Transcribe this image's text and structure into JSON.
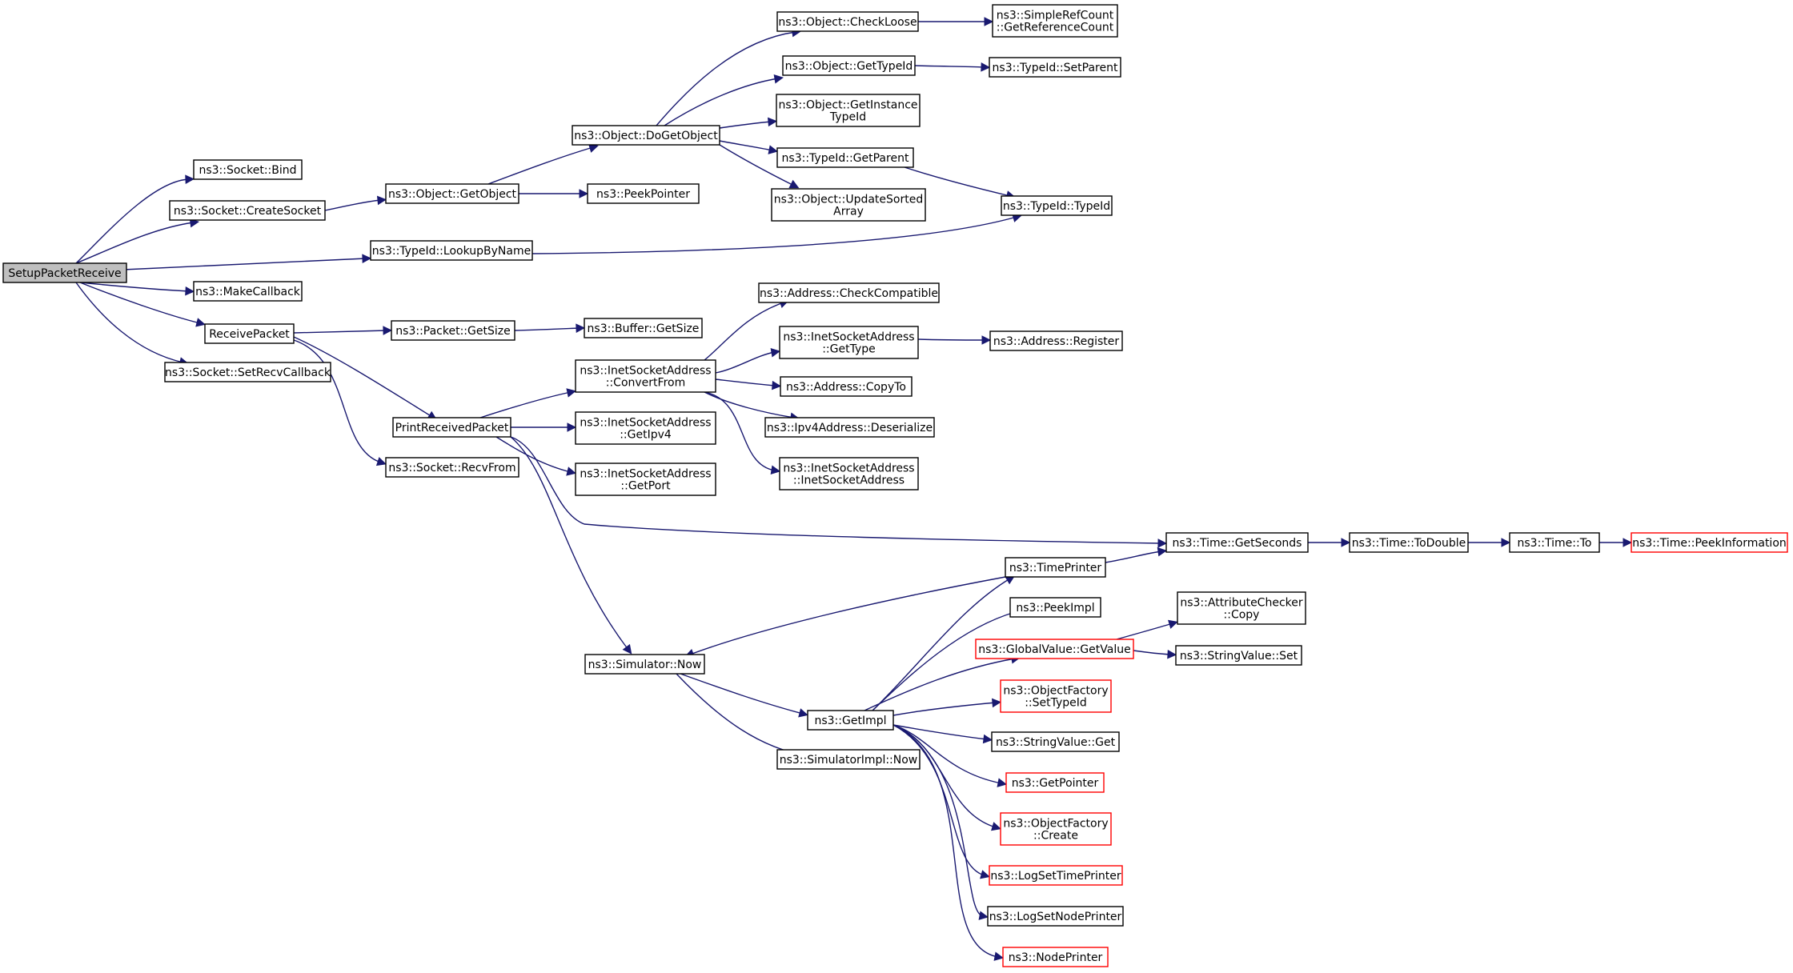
{
  "colors": {
    "edge": "#191970",
    "node_border": "#000000",
    "node_border_truncated": "#ff0000",
    "root_fill": "#bfbfbf",
    "node_fill": "#ffffff"
  },
  "nodes": {
    "setup": {
      "lines": [
        "SetupPacketReceive"
      ],
      "kind": "root"
    },
    "bind": {
      "lines": [
        "ns3::Socket::Bind"
      ]
    },
    "createSocket": {
      "lines": [
        "ns3::Socket::CreateSocket"
      ]
    },
    "lookupByName": {
      "lines": [
        "ns3::TypeId::LookupByName"
      ]
    },
    "makeCallback": {
      "lines": [
        "ns3::MakeCallback"
      ]
    },
    "receivePacket": {
      "lines": [
        "ReceivePacket"
      ]
    },
    "setRecvCallback": {
      "lines": [
        "ns3::Socket::SetRecvCallback"
      ]
    },
    "getObject": {
      "lines": [
        "ns3::Object::GetObject"
      ]
    },
    "peekPointer": {
      "lines": [
        "ns3::PeekPointer"
      ]
    },
    "doGetObject": {
      "lines": [
        "ns3::Object::DoGetObject"
      ]
    },
    "checkLoose": {
      "lines": [
        "ns3::Object::CheckLoose"
      ]
    },
    "getTypeId": {
      "lines": [
        "ns3::Object::GetTypeId"
      ]
    },
    "getInstanceTypeId": {
      "lines": [
        "ns3::Object::GetInstance",
        "TypeId"
      ]
    },
    "typeIdGetParent": {
      "lines": [
        "ns3::TypeId::GetParent"
      ]
    },
    "updateSortedArray": {
      "lines": [
        "ns3::Object::UpdateSorted",
        "Array"
      ]
    },
    "getReferenceCount": {
      "lines": [
        "ns3::SimpleRefCount",
        "::GetReferenceCount"
      ]
    },
    "setParent": {
      "lines": [
        "ns3::TypeId::SetParent"
      ]
    },
    "typeIdTypeId": {
      "lines": [
        "ns3::TypeId::TypeId"
      ]
    },
    "packetGetSize": {
      "lines": [
        "ns3::Packet::GetSize"
      ]
    },
    "bufferGetSize": {
      "lines": [
        "ns3::Buffer::GetSize"
      ]
    },
    "printReceivedPacket": {
      "lines": [
        "PrintReceivedPacket"
      ]
    },
    "recvFrom": {
      "lines": [
        "ns3::Socket::RecvFrom"
      ]
    },
    "convertFrom": {
      "lines": [
        "ns3::InetSocketAddress",
        "::ConvertFrom"
      ]
    },
    "getIpv4": {
      "lines": [
        "ns3::InetSocketAddress",
        "::GetIpv4"
      ]
    },
    "getPort": {
      "lines": [
        "ns3::InetSocketAddress",
        "::GetPort"
      ]
    },
    "checkCompatible": {
      "lines": [
        "ns3::Address::CheckCompatible"
      ]
    },
    "inetGetType": {
      "lines": [
        "ns3::InetSocketAddress",
        "::GetType"
      ]
    },
    "addressRegister": {
      "lines": [
        "ns3::Address::Register"
      ]
    },
    "copyTo": {
      "lines": [
        "ns3::Address::CopyTo"
      ]
    },
    "deserialize": {
      "lines": [
        "ns3::Ipv4Address::Deserialize"
      ]
    },
    "inetCtor": {
      "lines": [
        "ns3::InetSocketAddress",
        "::InetSocketAddress"
      ]
    },
    "getSeconds": {
      "lines": [
        "ns3::Time::GetSeconds"
      ]
    },
    "toDouble": {
      "lines": [
        "ns3::Time::ToDouble"
      ]
    },
    "timeTo": {
      "lines": [
        "ns3::Time::To"
      ]
    },
    "peekInformation": {
      "lines": [
        "ns3::Time::PeekInformation"
      ],
      "kind": "truncated"
    },
    "timePrinter": {
      "lines": [
        "ns3::TimePrinter"
      ]
    },
    "simNow": {
      "lines": [
        "ns3::Simulator::Now"
      ]
    },
    "peekImpl": {
      "lines": [
        "ns3::PeekImpl"
      ]
    },
    "globalGetValue": {
      "lines": [
        "ns3::GlobalValue::GetValue"
      ],
      "kind": "truncated"
    },
    "attrCheckerCopy": {
      "lines": [
        "ns3::AttributeChecker",
        "::Copy"
      ]
    },
    "stringValueSet": {
      "lines": [
        "ns3::StringValue::Set"
      ]
    },
    "getImpl": {
      "lines": [
        "ns3::GetImpl"
      ]
    },
    "setTypeId": {
      "lines": [
        "ns3::ObjectFactory",
        "::SetTypeId"
      ],
      "kind": "truncated"
    },
    "simImplNow": {
      "lines": [
        "ns3::SimulatorImpl::Now"
      ]
    },
    "stringValueGet": {
      "lines": [
        "ns3::StringValue::Get"
      ]
    },
    "getPointer": {
      "lines": [
        "ns3::GetPointer"
      ],
      "kind": "truncated"
    },
    "factoryCreate": {
      "lines": [
        "ns3::ObjectFactory",
        "::Create"
      ],
      "kind": "truncated"
    },
    "logSetTimePrinter": {
      "lines": [
        "ns3::LogSetTimePrinter"
      ],
      "kind": "truncated"
    },
    "logSetNodePrinter": {
      "lines": [
        "ns3::LogSetNodePrinter"
      ]
    },
    "nodePrinter": {
      "lines": [
        "ns3::NodePrinter"
      ],
      "kind": "truncated"
    }
  },
  "edges": [
    [
      "setup",
      "bind"
    ],
    [
      "setup",
      "createSocket"
    ],
    [
      "setup",
      "lookupByName"
    ],
    [
      "setup",
      "makeCallback"
    ],
    [
      "setup",
      "receivePacket"
    ],
    [
      "setup",
      "setRecvCallback"
    ],
    [
      "createSocket",
      "getObject"
    ],
    [
      "getObject",
      "peekPointer"
    ],
    [
      "getObject",
      "doGetObject"
    ],
    [
      "doGetObject",
      "checkLoose"
    ],
    [
      "doGetObject",
      "getTypeId"
    ],
    [
      "doGetObject",
      "getInstanceTypeId"
    ],
    [
      "doGetObject",
      "typeIdGetParent"
    ],
    [
      "doGetObject",
      "updateSortedArray"
    ],
    [
      "checkLoose",
      "getReferenceCount"
    ],
    [
      "getTypeId",
      "setParent"
    ],
    [
      "typeIdGetParent",
      "typeIdTypeId"
    ],
    [
      "lookupByName",
      "typeIdTypeId"
    ],
    [
      "receivePacket",
      "packetGetSize"
    ],
    [
      "packetGetSize",
      "bufferGetSize"
    ],
    [
      "receivePacket",
      "printReceivedPacket"
    ],
    [
      "receivePacket",
      "recvFrom"
    ],
    [
      "printReceivedPacket",
      "convertFrom"
    ],
    [
      "printReceivedPacket",
      "getIpv4"
    ],
    [
      "printReceivedPacket",
      "getPort"
    ],
    [
      "printReceivedPacket",
      "getSeconds"
    ],
    [
      "printReceivedPacket",
      "simNow"
    ],
    [
      "convertFrom",
      "checkCompatible"
    ],
    [
      "convertFrom",
      "inetGetType"
    ],
    [
      "convertFrom",
      "copyTo"
    ],
    [
      "convertFrom",
      "deserialize"
    ],
    [
      "convertFrom",
      "inetCtor"
    ],
    [
      "inetGetType",
      "addressRegister"
    ],
    [
      "getSeconds",
      "toDouble"
    ],
    [
      "toDouble",
      "timeTo"
    ],
    [
      "timeTo",
      "peekInformation"
    ],
    [
      "timePrinter",
      "getSeconds"
    ],
    [
      "timePrinter",
      "simNow"
    ],
    [
      "simNow",
      "getImpl"
    ],
    [
      "simNow",
      "simImplNow"
    ],
    [
      "getImpl",
      "timePrinter"
    ],
    [
      "getImpl",
      "peekImpl"
    ],
    [
      "getImpl",
      "globalGetValue"
    ],
    [
      "getImpl",
      "setTypeId"
    ],
    [
      "getImpl",
      "stringValueGet"
    ],
    [
      "getImpl",
      "getPointer"
    ],
    [
      "getImpl",
      "factoryCreate"
    ],
    [
      "getImpl",
      "logSetTimePrinter"
    ],
    [
      "getImpl",
      "logSetNodePrinter"
    ],
    [
      "getImpl",
      "nodePrinter"
    ],
    [
      "globalGetValue",
      "attrCheckerCopy"
    ],
    [
      "globalGetValue",
      "stringValueSet"
    ]
  ]
}
